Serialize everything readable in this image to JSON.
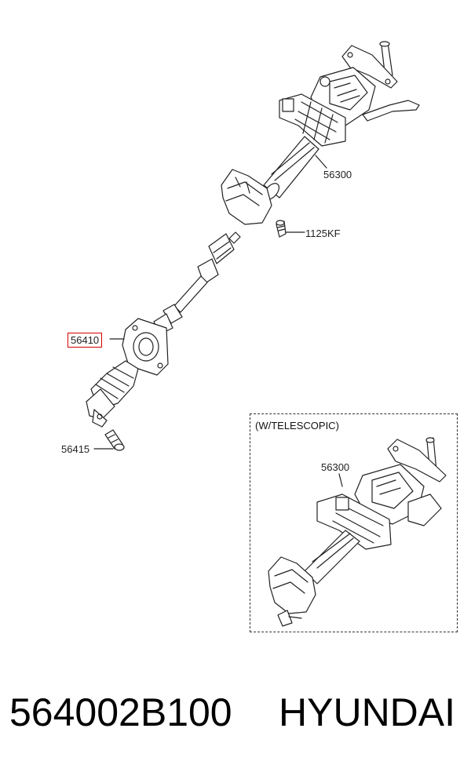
{
  "callouts": {
    "column_main": "56300",
    "bolt": "1125KF",
    "joint_highlighted": "56410",
    "bolt_lower": "56415",
    "column_telescopic": "56300"
  },
  "inset": {
    "title": "(W/TELESCOPIC)"
  },
  "caption": {
    "part_number": "564002B100",
    "brand": "HYUNDAI"
  },
  "colors": {
    "highlight_border": "#d40000",
    "line": "#222222"
  }
}
